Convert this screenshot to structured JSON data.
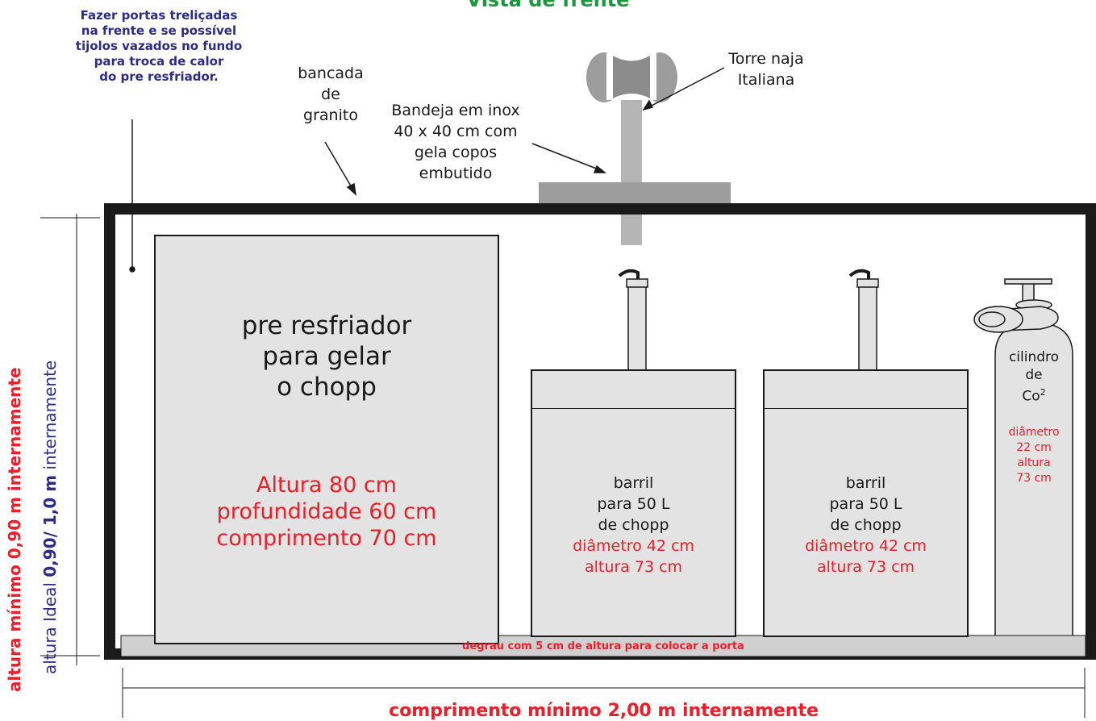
{
  "header": {
    "title": "Vista de frente",
    "note": [
      "Fazer portas treliçadas",
      "na frente e se possível",
      "tijolos vazados no fundo",
      "para troca de calor",
      "do pre resfriador."
    ]
  },
  "callouts": {
    "bancada": [
      "bancada",
      "de",
      "granito"
    ],
    "bandeja": [
      "Bandeja em inox",
      "40 x 40 cm com",
      "gela copos",
      "embutido"
    ],
    "torre": [
      "Torre naja",
      "Italiana"
    ]
  },
  "pre_resfriador": {
    "name": [
      "pre resfriador",
      "para gelar",
      "o chopp"
    ],
    "specs": [
      "Altura 80 cm",
      "profundidade 60 cm",
      "comprimento 70 cm"
    ]
  },
  "barris": [
    {
      "name": [
        "barril",
        "para 50 L",
        "de chopp"
      ],
      "specs": [
        "diâmetro 42 cm",
        "altura 73 cm"
      ]
    },
    {
      "name": [
        "barril",
        "para 50 L",
        "de chopp"
      ],
      "specs": [
        "diâmetro 42 cm",
        "altura 73 cm"
      ]
    }
  ],
  "cilindro": {
    "name": [
      "cilindro",
      "de"
    ],
    "formula_base": "Co",
    "formula_sup": "2",
    "specs": [
      "diâmetro",
      "22 cm",
      "altura",
      "73 cm"
    ]
  },
  "degrau": "degrau com 5 cm de altura para colocar a porta",
  "dimensions": {
    "width": "comprimento mínimo 2,00 m internamente",
    "height_min": {
      "prefix": "altura mínimo ",
      "value": "0,90 m",
      "suffix": " internamente"
    },
    "height_ideal": {
      "prefix": "altura Ideal ",
      "value": "0,90/ 1,0 m",
      "suffix": " internamente"
    }
  },
  "colors": {
    "title": "#1a9a3c",
    "note": "#2c2c86",
    "spec_red": "#e8202a",
    "frame": "#1a1a1a",
    "fill": "#e3e3e3",
    "tower": "#b5b5b5"
  }
}
